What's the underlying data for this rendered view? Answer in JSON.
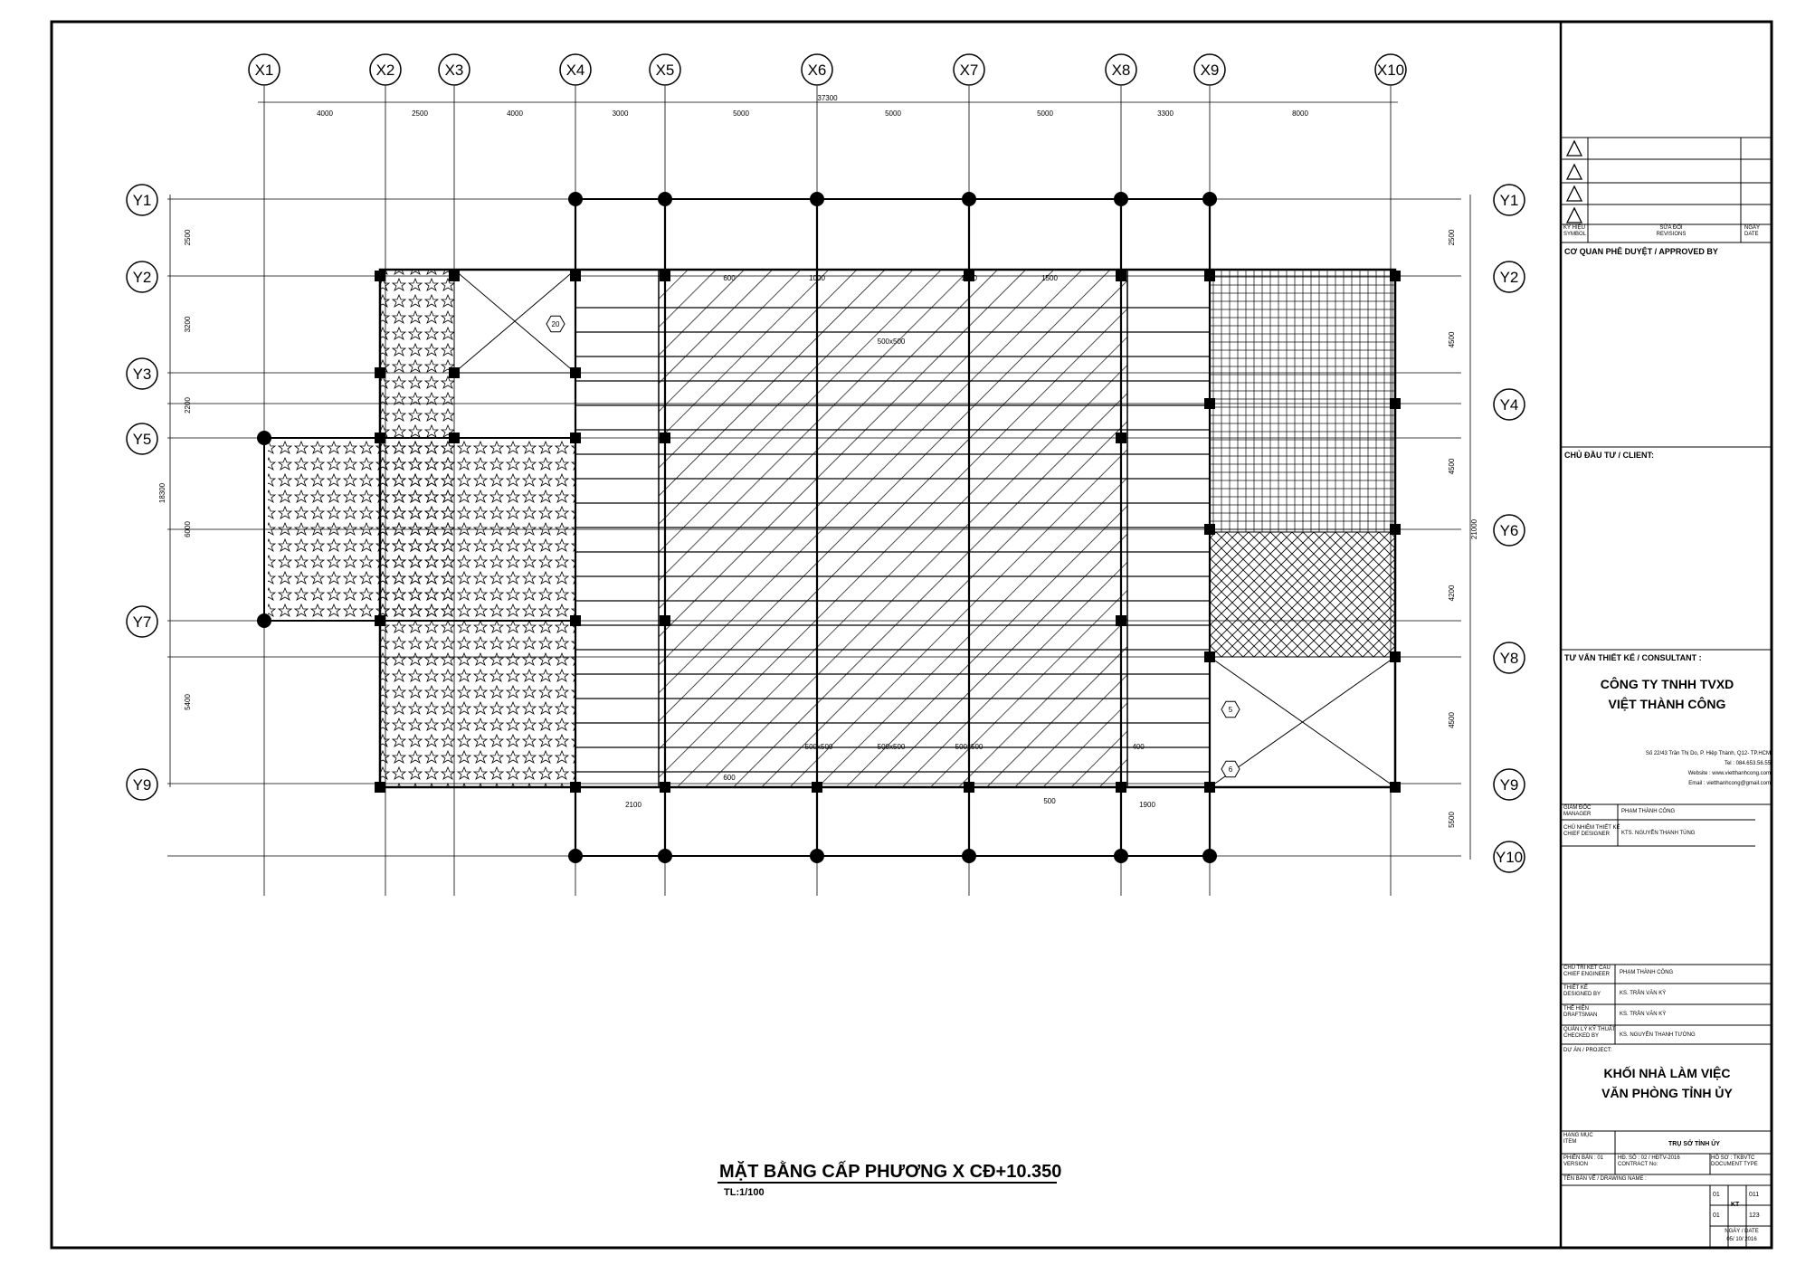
{
  "grid": {
    "x_labels": [
      "X1",
      "X2",
      "X3",
      "X4",
      "X5",
      "X6",
      "X7",
      "X8",
      "X9",
      "X10"
    ],
    "x_spacings": [
      "4000",
      "2500",
      "4000",
      "3000",
      "5000",
      "5000",
      "5000",
      "3300",
      "8000"
    ],
    "x_total": "37300",
    "y_labels_left": [
      "Y1",
      "Y2",
      "Y3",
      "Y5",
      "Y7",
      "Y9"
    ],
    "y_labels_right": [
      "Y1",
      "Y2",
      "Y4",
      "Y6",
      "Y8",
      "Y9",
      "Y10"
    ],
    "y_spacings_left": [
      "2500",
      "3200",
      "2200",
      "6000",
      "5400"
    ],
    "y_total_left": "18300",
    "y_spacings_right": [
      "2500",
      "4500",
      "4500",
      "4200",
      "4500",
      "5500"
    ],
    "y_total_right": "21000"
  },
  "drawing": {
    "title": "MẶT BẰNG CẤP PHƯƠNG  X CĐ+10.350",
    "scale": "TL:1/100"
  },
  "titleblock": {
    "rev_symbol": "KÝ HIỆU\nSYMBOL",
    "rev_revisions": "SỬA ĐỔI\nREVISIONS",
    "rev_date": "NGÀY\nDATE",
    "approved_by": "CƠ QUAN PHÊ DUYỆT / APPROVED BY",
    "client": "CHỦ ĐẦU TƯ / CLIENT:",
    "consultant": "TƯ VẤN THIẾT KẾ / CONSULTANT :",
    "company_line1": "CÔNG TY TNHH TVXD",
    "company_line2": "VIỆT THÀNH CÔNG",
    "address": "Số 22/43 Trần Thị Do, P. Hiệp Thành, Q12- TP.HCM",
    "tel": "Tel : 084.653.56.55",
    "website": "Website : www.vietthanhcong.com",
    "email": "Email : vietthanhcong@gmail.com",
    "manager_label": "GIÁM ĐỐC\nMANAGER",
    "manager_name": "PHẠM THÀNH CÔNG",
    "chief_designer_label": "CHỦ NHIỆM THIẾT KẾ\nCHIEF DESIGNER",
    "chief_designer_name": "KTS. NGUYỄN THANH TÙNG",
    "chief_engineer_label": "CHỦ TRÌ KẾT CẤU\nCHIEF ENGINEER",
    "chief_engineer_name": "PHẠM THÀNH CÔNG",
    "designed_label": "THIẾT KẾ\nDESIGNED BY",
    "designed_name": "KS. TRẦN VĂN KỲ",
    "drafted_label": "THỂ HIỆN\nDRAFTSMAN",
    "drafted_name": "KS. TRẦN VĂN KỲ",
    "checked_label": "QUẢN LÝ KỸ THUẬT\nCHECKED BY",
    "checked_name": "KS. NGUYỄN THANH TƯỜNG",
    "project_label": "DỰ ÁN / PROJECT:",
    "project_line1": "KHỐI NHÀ LÀM VIỆC",
    "project_line2": "VĂN PHÒNG TỈNH ỦY",
    "item_label": "HẠNG MỤC\nITEM",
    "item_name": "TRỤ SỞ TỈNH ỦY",
    "version_label": "PHIÊN BẢN : 01\nVERSION",
    "contract": "HĐ. SỐ : 02 / HĐTV-2016\nCONTRACT No:",
    "doc_label": "HỒ SƠ : TKBVTC\nDOCUMENT TYPE",
    "drawing_name_label": "TÊN BẢN VẼ / DRAWING NAME :",
    "code_1": "01",
    "code_2": "01",
    "code_kt": "KT",
    "code_011": "011",
    "code_123": "123",
    "date_label": "NGÀY / DATE",
    "date_value": "05/ 10/ 2016"
  },
  "tags": {
    "t20": "20",
    "t5": "5",
    "t6": "6",
    "d600": "600",
    "d500x500": "500x500",
    "d1000": "1000",
    "d1500": "1500",
    "d2100": "2100",
    "d1900": "1900",
    "d400": "400",
    "d500": "500"
  }
}
